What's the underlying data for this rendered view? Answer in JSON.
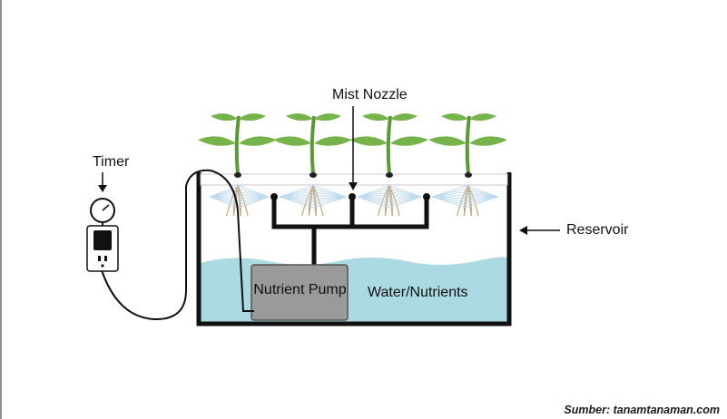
{
  "labels": {
    "timer": "Timer",
    "mist_nozzle": "Mist Nozzle",
    "reservoir": "Reservoir",
    "water_nutrients": "Water/Nutrients",
    "pump": "Nutrient Pump"
  },
  "source": "Sumber: tanamtanaman.com",
  "colors": {
    "water": "#abdae3",
    "leaf": "#76b34a",
    "leaf_dark": "#5a9a36",
    "root": "#c2a57d",
    "pump": "#9a9a9a",
    "outline": "#111111",
    "mist": "#bfdbee"
  },
  "plant_count": 4
}
